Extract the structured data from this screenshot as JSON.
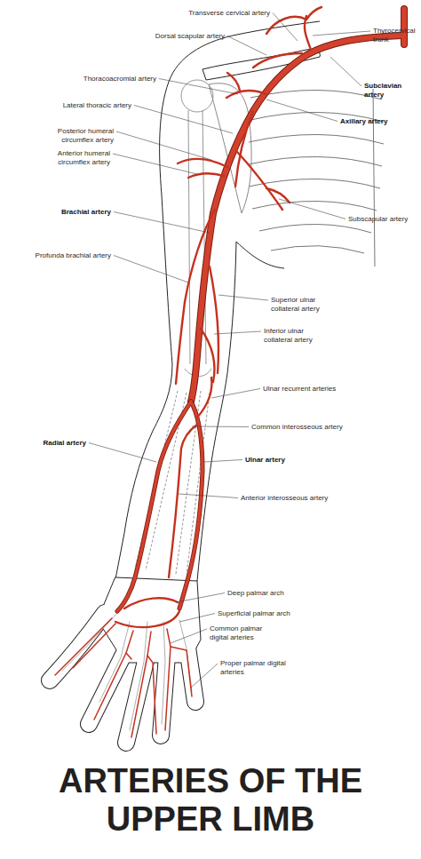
{
  "diagram": {
    "title": "ARTERIES OF THE UPPER LIMB",
    "labels": [
      "Transverse cervical artery",
      "Dorsal scapular artery",
      "Thyrocervical trunk",
      "Thoracoacromial artery",
      "Subclavian artery",
      "Lateral thoracic artery",
      "Axillary artery",
      "Posterior humeral circumflex artery",
      "Anterior humeral circumflex artery",
      "Subscapular artery",
      "Brachial artery",
      "Profunda brachial artery",
      "Superior ulnar collateral artery",
      "Inferior ulnar collateral artery",
      "Ulnar recurrent arteries",
      "Common interosseous artery",
      "Radial artery",
      "Ulnar artery",
      "Anterior interosseous artery",
      "Deep palmar arch",
      "Superficial palmar arch",
      "Common palmar digital arteries",
      "Proper palmar digital arteries"
    ]
  }
}
